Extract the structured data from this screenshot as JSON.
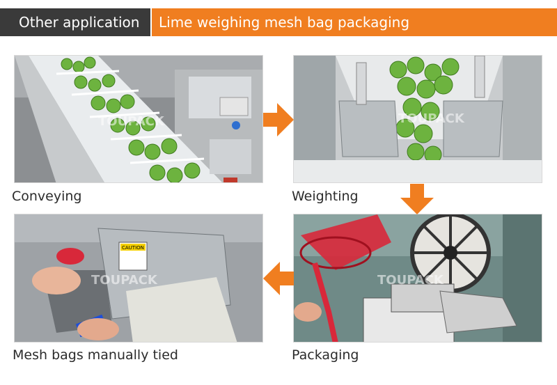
{
  "header": {
    "section_label": "Other application",
    "title": "Lime weighing mesh bag packaging"
  },
  "steps": [
    {
      "label": "Conveying",
      "watermark": "TOUPACK"
    },
    {
      "label": "Weighting",
      "watermark": "TOUPACK"
    },
    {
      "label": "Packaging",
      "watermark": "TOUPACK"
    },
    {
      "label": "Mesh bags manually tied",
      "watermark": "TOUPACK"
    }
  ],
  "machine_sticker": "CAUTION",
  "colors": {
    "header_dark": "#3a3a3a",
    "accent_orange": "#f07e20",
    "lime_green": "#6db33f",
    "mesh_red": "#d8283a"
  }
}
